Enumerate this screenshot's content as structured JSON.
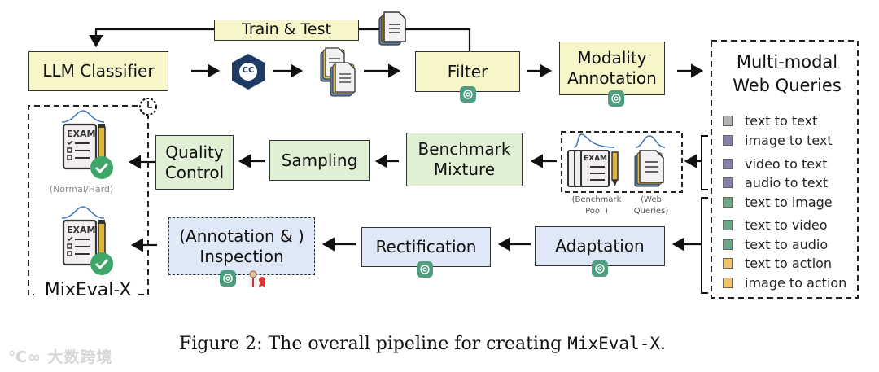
{
  "top_row": {
    "train_test_label": "Train & Test",
    "llm_classifier_label": "LLM Classifier",
    "common_crawl_icon_text": "CC",
    "filter_label": "Filter",
    "modality_annotation_label": "Modality Annotation",
    "web_queries_title": "Multi-modal Web Queries"
  },
  "middle_row": {
    "benchmark_mixture_label": "Benchmark Mixture",
    "sampling_label": "Sampling",
    "quality_control_label": "Quality Control",
    "benchmark_pool_label": "(Benchmark Pool )",
    "web_queries_label": "(Web Queries)",
    "exam_icon_text": "EXAM",
    "difficulty_label": "(Normal/Hard)"
  },
  "bottom_row": {
    "adaptation_label": "Adaptation",
    "rectification_label": "Rectification",
    "annotation_inspection_label": "(Annotation & ) Inspection",
    "output_name": "MixEval-X"
  },
  "legend": {
    "items": [
      {
        "label": "text to text",
        "color": "#b3b3b3"
      },
      {
        "label": "image to text",
        "color": "#8a7fab"
      },
      {
        "label": "video to text",
        "color": "#8a7fab"
      },
      {
        "label": "audio to text",
        "color": "#8a7fab"
      },
      {
        "label": "text to image",
        "color": "#6aa784"
      },
      {
        "label": "text to video",
        "color": "#6aa784"
      },
      {
        "label": "text to audio",
        "color": "#6aa784"
      },
      {
        "label": "text to action",
        "color": "#f2c26b"
      },
      {
        "label": "image to action",
        "color": "#f2c26b"
      }
    ]
  },
  "colors": {
    "yellow_box": "#f7f6c9",
    "green_box": "#dff0d5",
    "blue_box": "#dfe8f6",
    "gpt_badge": "#4e9e7f",
    "check_badge": "#3fa66a",
    "cc_logo": "#1f3b63"
  },
  "caption": {
    "text": "Figure 2: The overall pipeline for creating ",
    "code": "MixEval-X",
    "end": "."
  },
  "watermark": "大数跨境"
}
